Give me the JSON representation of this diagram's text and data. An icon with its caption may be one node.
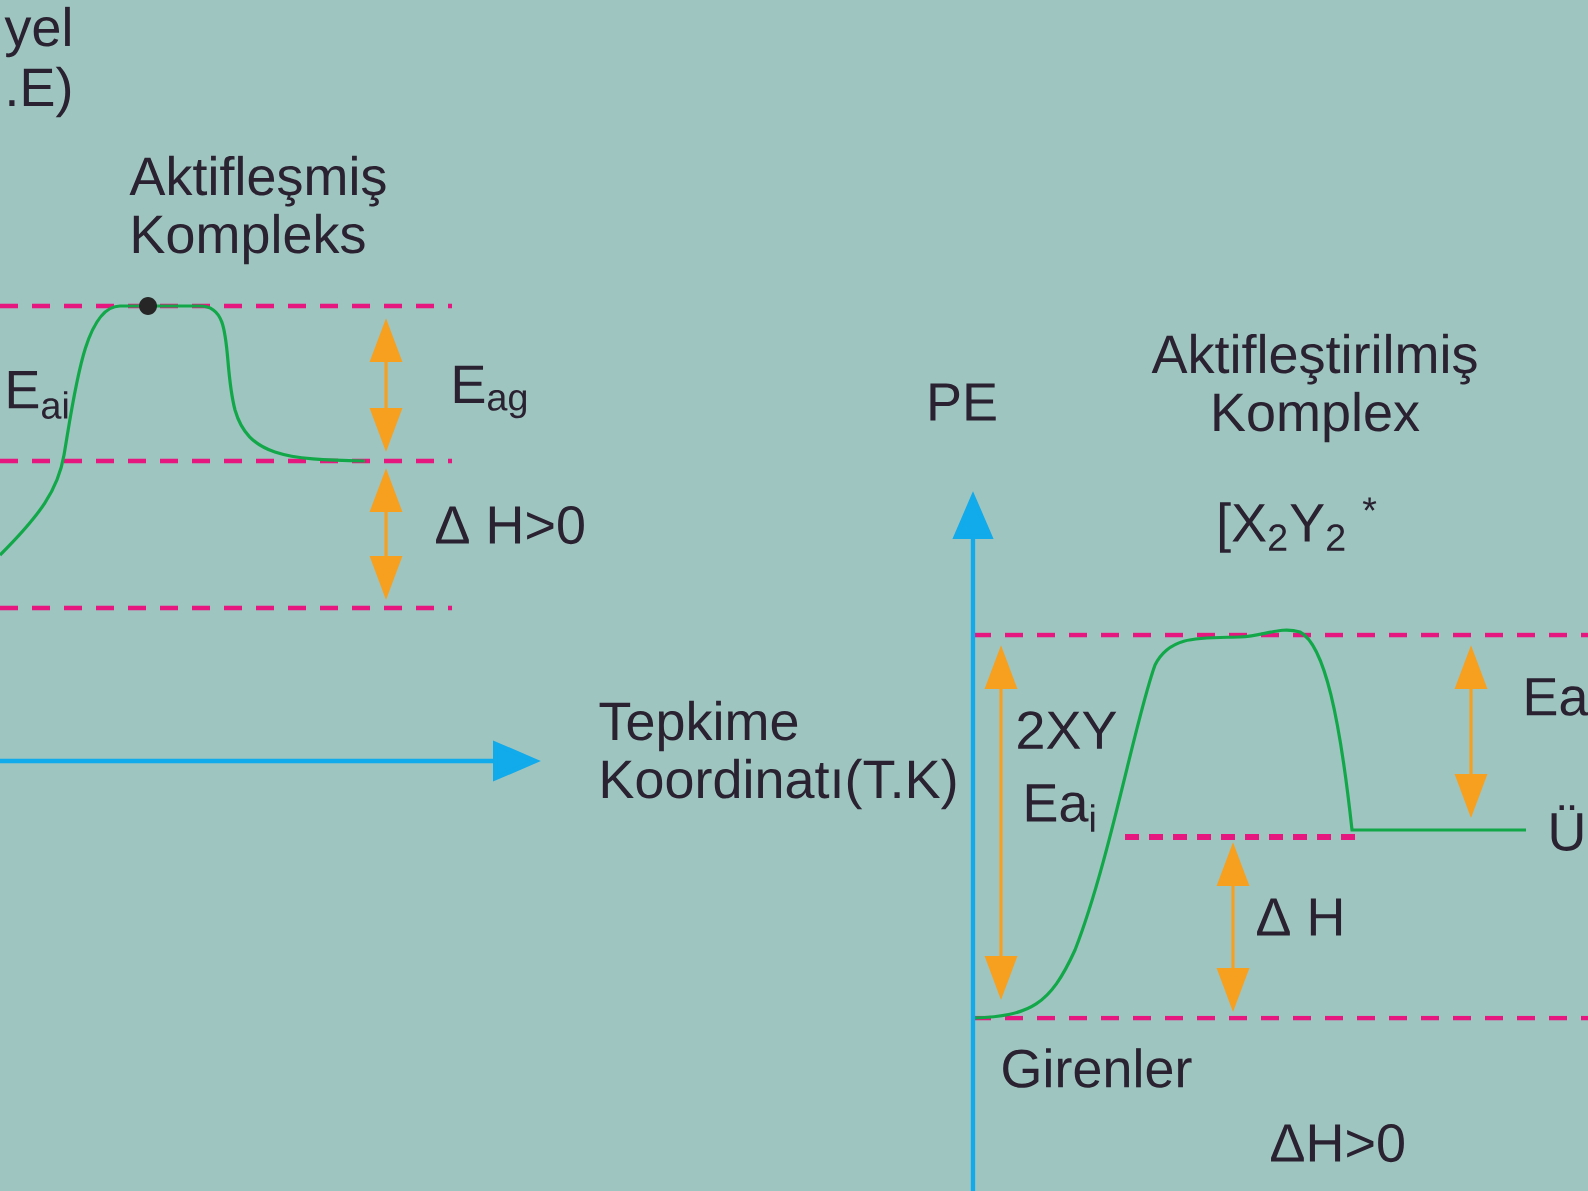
{
  "diagram": {
    "labels": [
      "yel",
      ".E)",
      "Aktifleşmiş Kompleks",
      "E$_{ai}$",
      "E$_{ag}$",
      "Δ H>0",
      "Tepkime Koordinatı(T.K)",
      "PE",
      "Aktifleştirilmiş Komplex",
      "[X$_{2}$Y$_{2}$ $^{*}$",
      "Ea",
      "2XY",
      "Ea$_{i}$",
      "Ü",
      "Δ H",
      "Girenler",
      "ΔH>0"
    ]
  }
}
